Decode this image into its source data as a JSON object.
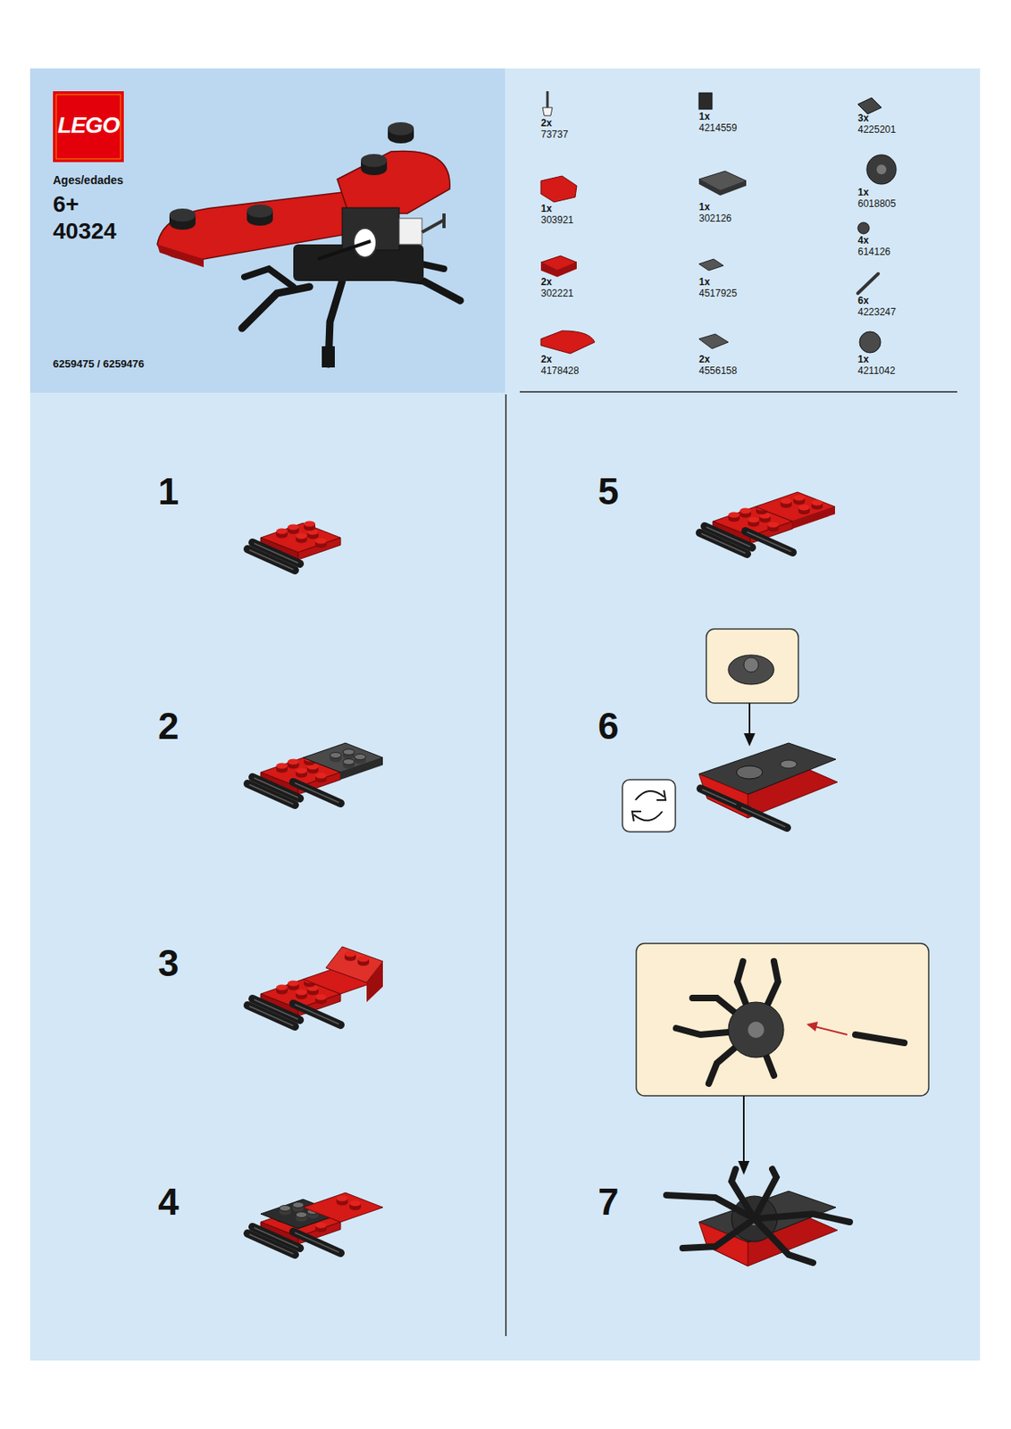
{
  "diagram": {
    "labels": [
      "LEGO",
      "Ages/edades",
      "6+",
      "40324",
      "6259475 / 6259476",
      "2x",
      "73737",
      "1x",
      "4214559",
      "3x",
      "4225201",
      "1x",
      "303921",
      "1x",
      "302126",
      "1x",
      "6018805",
      "4x",
      "614126",
      "2x",
      "302221",
      "1x",
      "4517925",
      "6x",
      "4223247",
      "2x",
      "4178428",
      "2x",
      "4556158",
      "1x",
      "4211042",
      "1",
      "2",
      "3",
      "4",
      "5",
      "6",
      "7"
    ]
  }
}
